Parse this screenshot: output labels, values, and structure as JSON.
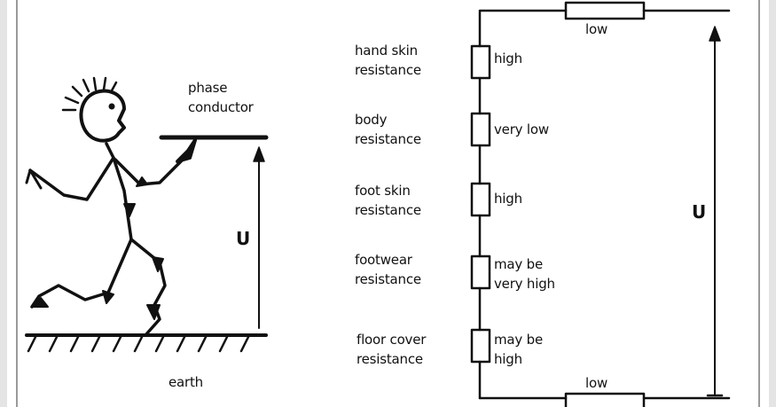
{
  "left_figure": {
    "phase_conductor_label": "phase\nconductor",
    "voltage_label": "U",
    "earth_label": "earth"
  },
  "circuit": {
    "top_resistor_label": "low",
    "bottom_resistor_label": "low",
    "voltage_label": "U",
    "resistances": [
      {
        "name": "hand skin\nresistance",
        "value": "high"
      },
      {
        "name": "body\nresistance",
        "value": "very low"
      },
      {
        "name": "foot skin\nresistance",
        "value": "high"
      },
      {
        "name": "footwear\nresistance",
        "value": "may be\nvery high"
      },
      {
        "name": "floor cover\nresistance",
        "value": "may be\nhigh"
      }
    ]
  }
}
